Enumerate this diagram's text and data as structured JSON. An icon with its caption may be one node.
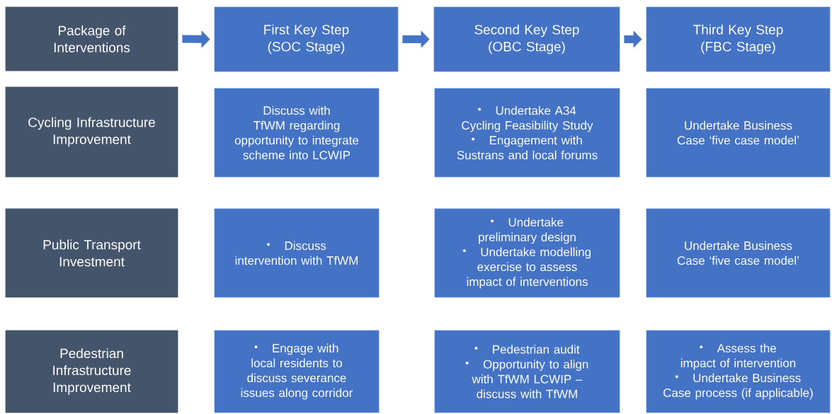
{
  "diagram": {
    "nodes": [
      {
        "text": [
          "Package of Interventions"
        ]
      },
      {
        "text": [
          "First Key Step (SOC Stage)"
        ]
      },
      {
        "text": [
          "Second Key Step (OBC Stage)"
        ]
      },
      {
        "text": [
          "Third Key Step (FBC Stage)"
        ]
      },
      {
        "text": [
          "Cycling Infrastructure Improvement"
        ]
      },
      {
        "text": [
          "Discuss with TfWM regarding opportunity to integrate scheme into LCWIP"
        ]
      },
      {
        "text": [
          "Undertake A34 Cycling Feasibility Study",
          "Engagement with Sustrans and local forums"
        ]
      },
      {
        "text": [
          "Undertake Business Case ‘five case model’"
        ]
      },
      {
        "text": [
          "Public Transport Investment"
        ]
      },
      {
        "text": [
          "Discuss intervention with TfWM"
        ]
      },
      {
        "text": [
          "Undertake preliminary design",
          "Undertake modelling exercise to assess impact of interventions"
        ]
      },
      {
        "text": [
          "Undertake Business Case ‘five case model’"
        ]
      },
      {
        "text": [
          "Pedestrian Infrastructure Improvement"
        ]
      },
      {
        "text": [
          "Engage with local residents to discuss severance issues along corridor"
        ]
      },
      {
        "text": [
          "Pedestrian audit",
          "Opportunity to align with TfWM LCWIP – discuss with TfWM"
        ]
      },
      {
        "text": [
          "Assess the impact of intervention",
          "Undertake Business Case process (if applicable)"
        ]
      }
    ],
    "edges": [
      {
        "from": 0,
        "to": 1,
        "arrow": "to"
      },
      {
        "from": 1,
        "to": 2,
        "arrow": "to"
      },
      {
        "from": 2,
        "to": 3,
        "arrow": "to"
      }
    ]
  }
}
